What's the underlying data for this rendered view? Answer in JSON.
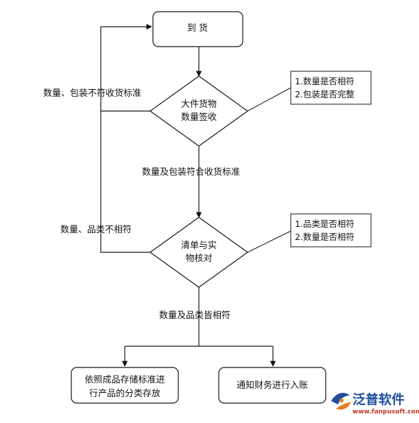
{
  "nodes": {
    "arrival": "到 货",
    "sign_line1": "大件货物",
    "sign_line2": "数量签收",
    "check_line1": "清单与实",
    "check_line2": "物核对",
    "storage_line1": "依照成品存储标准进",
    "storage_line2": "行产品的分类存放",
    "finance": "通知财务进行入账"
  },
  "notes": {
    "sign_note_1": "1.数量是否相符",
    "sign_note_2": "2.包装是否完整",
    "check_note_1": "1.品类是否相符",
    "check_note_2": "2.数量是否相符"
  },
  "edge_labels": {
    "reject_sign": "数量、包装不符收货标准",
    "pass_sign": "数量及包装符合收货标准",
    "reject_check": "数量、品类不相符",
    "pass_check": "数量及品类皆相符"
  },
  "logo": {
    "name": "泛普软件",
    "url": "www.fanpusoft.com"
  }
}
